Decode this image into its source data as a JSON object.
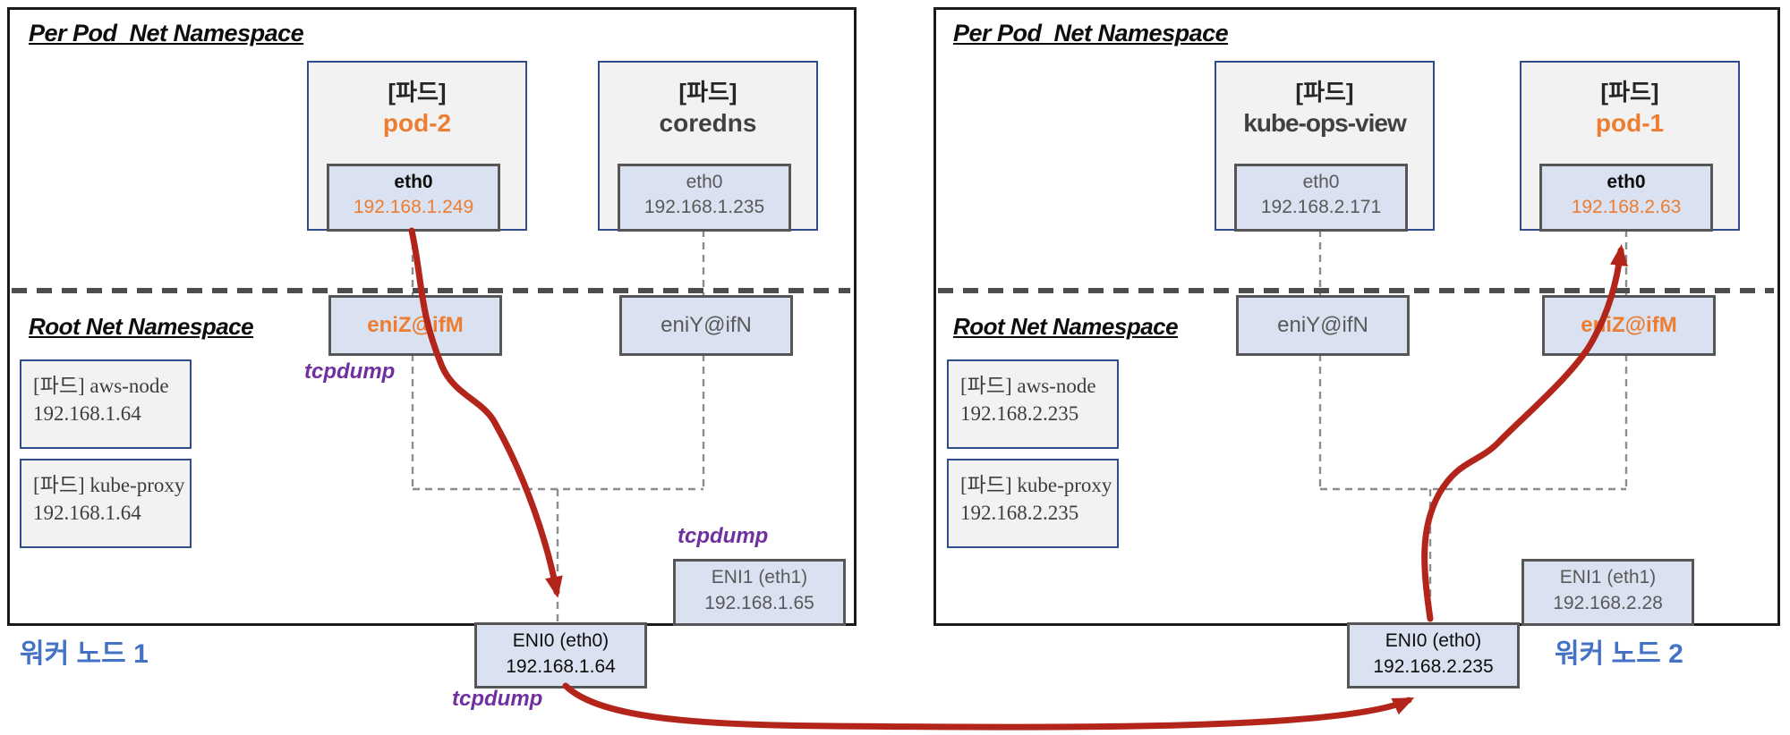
{
  "diagram": {
    "node1": {
      "label": "워커 노드 1",
      "per_pod_ns_title": "Per Pod  Net Namespace",
      "root_ns_title": "Root Net Namespace",
      "pods": [
        {
          "tag": "[파드]",
          "name": "pod-2",
          "iface": "eth0",
          "ip": "192.168.1.249"
        },
        {
          "tag": "[파드]",
          "name": "coredns",
          "iface": "eth0",
          "ip": "192.168.1.235"
        }
      ],
      "veths": [
        "eniZ@ifM",
        "eniY@ifN"
      ],
      "sys_pods": [
        {
          "line1": "[파드] aws-node",
          "line2": "192.168.1.64"
        },
        {
          "line1": "[파드] kube-proxy",
          "line2": "192.168.1.64"
        }
      ],
      "eni1": {
        "name": "ENI1 (eth1)",
        "ip": "192.168.1.65"
      },
      "eni0": {
        "name": "ENI0 (eth0)",
        "ip": "192.168.1.64"
      },
      "tcpdump_veth": "tcpdump",
      "tcpdump_eni1": "tcpdump",
      "tcpdump_eni0": "tcpdump"
    },
    "node2": {
      "label": "워커 노드 2",
      "per_pod_ns_title": "Per Pod  Net Namespace",
      "root_ns_title": "Root Net Namespace",
      "pods": [
        {
          "tag": "[파드]",
          "name": "kube-ops-view",
          "iface": "eth0",
          "ip": "192.168.2.171"
        },
        {
          "tag": "[파드]",
          "name": "pod-1",
          "iface": "eth0",
          "ip": "192.168.2.63"
        }
      ],
      "veths": [
        "eniY@ifN",
        "eniZ@ifM"
      ],
      "sys_pods": [
        {
          "line1": "[파드] aws-node",
          "line2": "192.168.2.235"
        },
        {
          "line1": "[파드] kube-proxy",
          "line2": "192.168.2.235"
        }
      ],
      "eni1": {
        "name": "ENI1 (eth1)",
        "ip": "192.168.2.28"
      },
      "eni0": {
        "name": "ENI0 (eth0)",
        "ip": "192.168.2.235"
      }
    },
    "colors": {
      "accent_orange": "#ed7d31",
      "tcpdump_purple": "#7030a0",
      "node_label_blue": "#4472c4",
      "traffic_arrow_red": "#b3251a",
      "pod_border_blue": "#2f4d8a",
      "iface_box_fill": "#dae1f0",
      "box_fill_gray": "#f2f2f2"
    }
  }
}
